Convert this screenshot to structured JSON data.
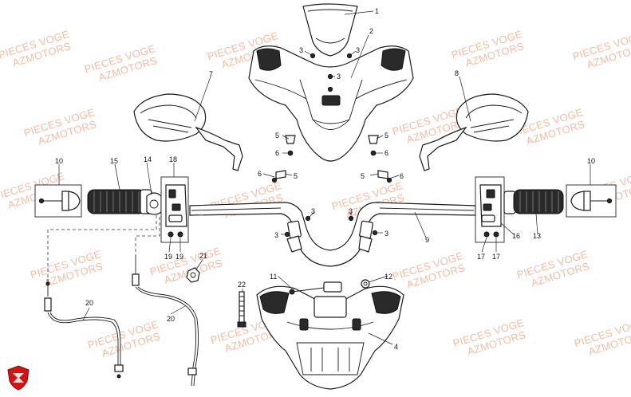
{
  "watermark": {
    "line1": "PIECES VOGE",
    "line2": "AZMOTORS",
    "color": "#f2b49a"
  },
  "callouts": [
    "1",
    "2",
    "3",
    "3",
    "3",
    "3",
    "3",
    "3",
    "4",
    "5",
    "5",
    "5",
    "5",
    "6",
    "6",
    "6",
    "6",
    "7",
    "8",
    "9",
    "10",
    "10",
    "11",
    "12",
    "13",
    "14",
    "15",
    "16",
    "17",
    "17",
    "18",
    "19",
    "19",
    "20",
    "20",
    "21",
    "22"
  ],
  "logo": {
    "icon": "azmotors-shield-icon",
    "color": "#d01515"
  }
}
